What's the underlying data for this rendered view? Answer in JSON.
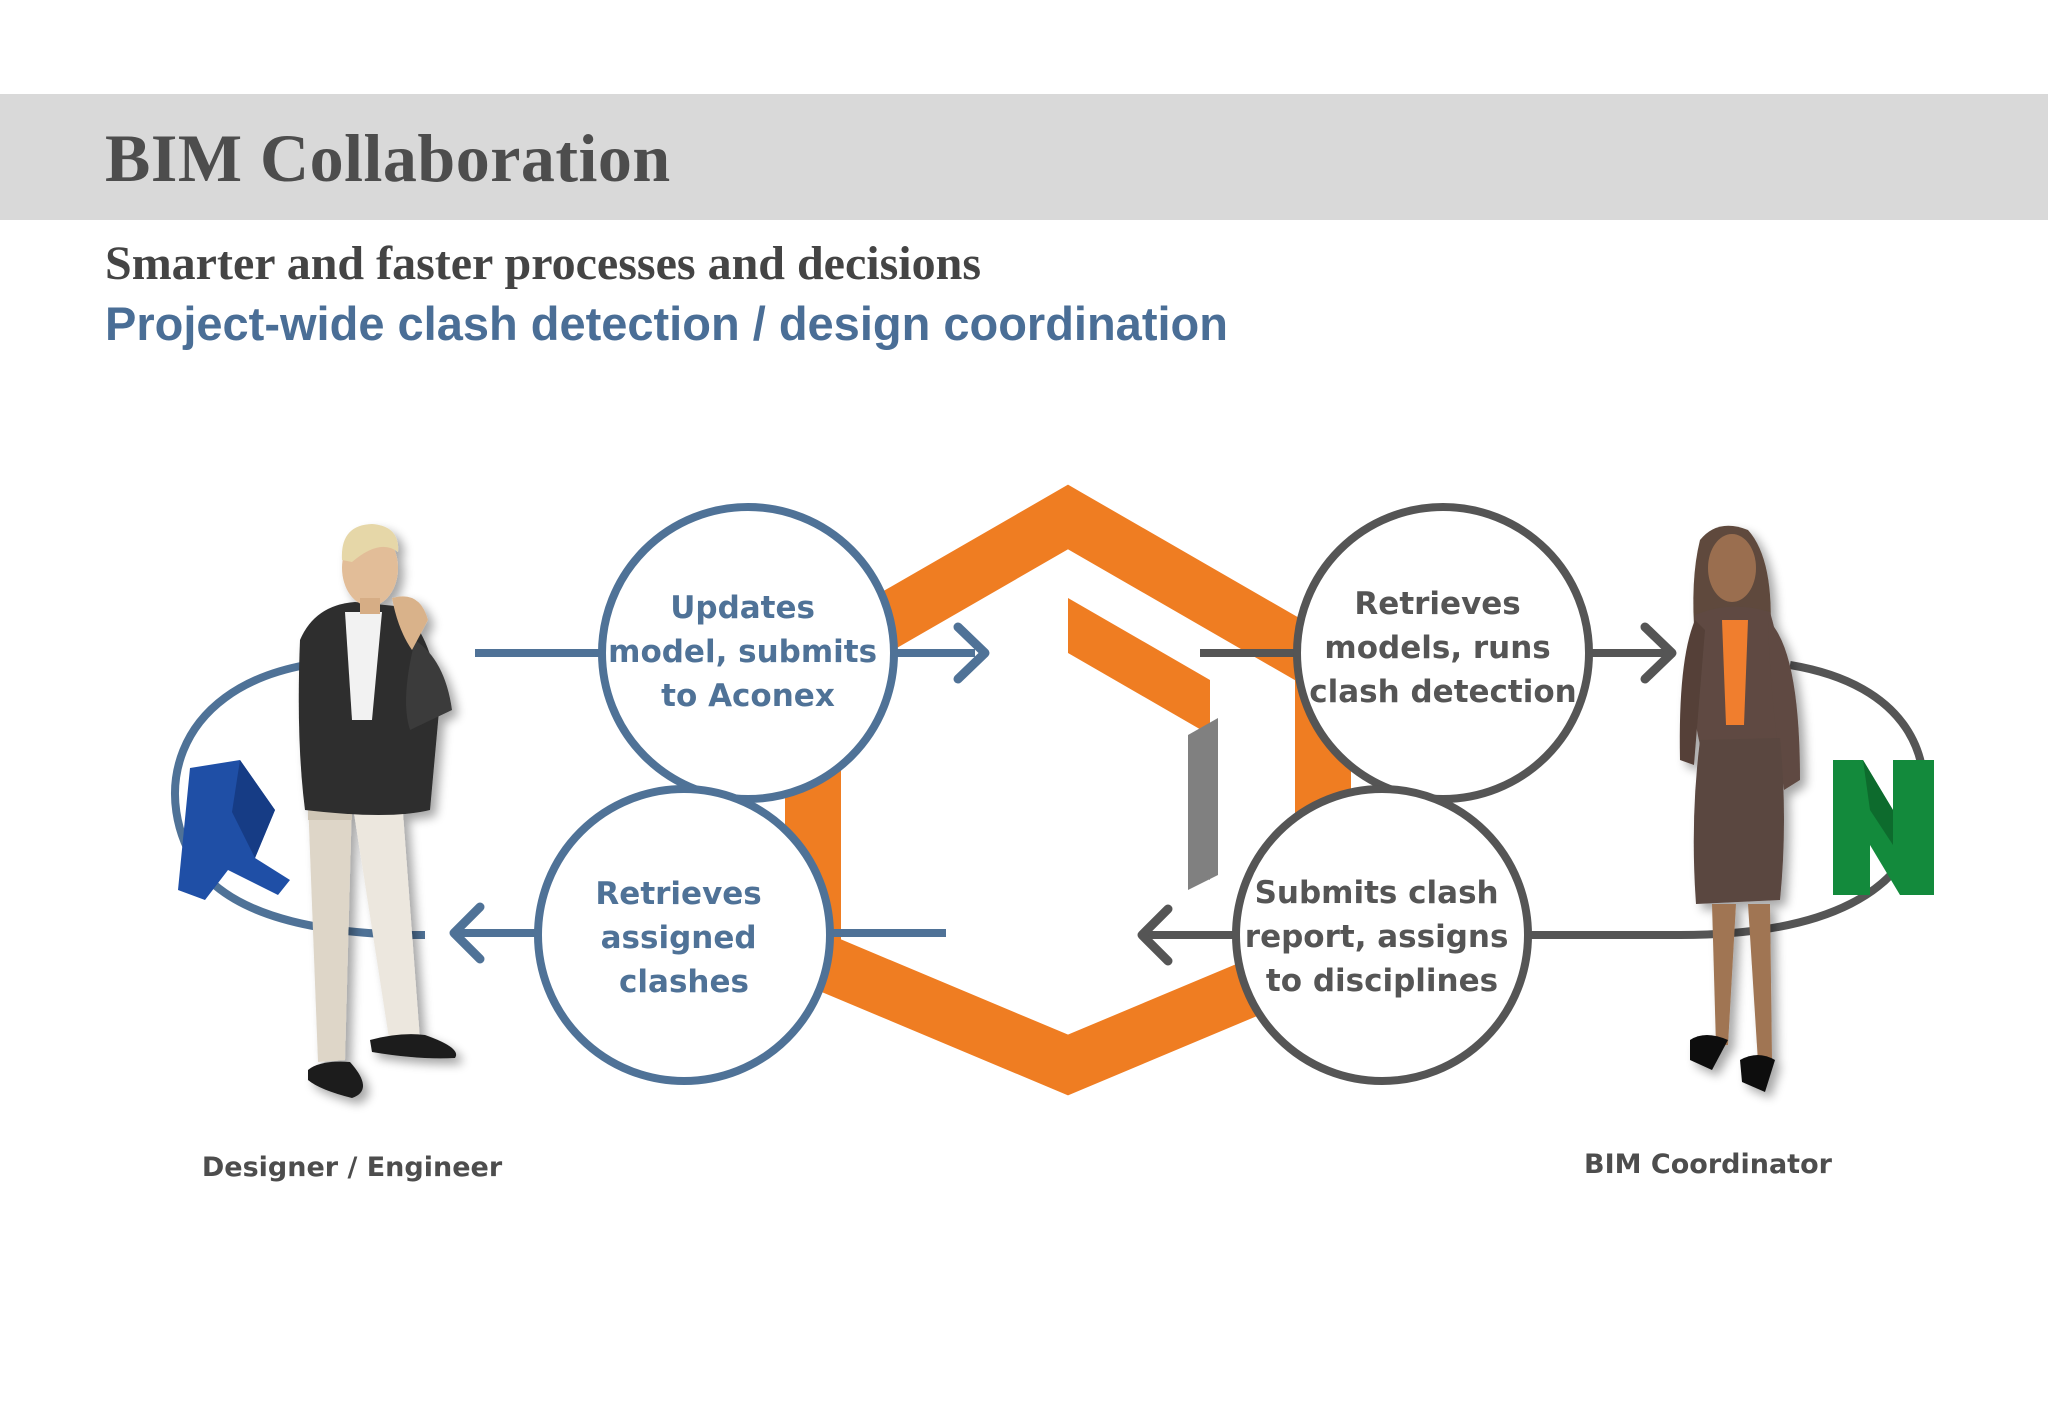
{
  "header": {
    "title": "BIM Collaboration",
    "subtitle": "Smarter and faster processes and decisions",
    "subheading": "Project-wide clash detection / design coordination"
  },
  "roles": {
    "left": "Designer / Engineer",
    "right": "BIM Coordinator"
  },
  "steps": [
    {
      "lines": [
        "Updates",
        "model, submits",
        "to Aconex"
      ],
      "color": "#4f7297"
    },
    {
      "lines": [
        "Retrieves",
        "models, runs",
        "clash detection"
      ],
      "color": "#555555"
    },
    {
      "lines": [
        "Submits clash",
        "report, assigns",
        "to disciplines"
      ],
      "color": "#555555"
    },
    {
      "lines": [
        "Retrieves",
        "assigned",
        "clashes"
      ],
      "color": "#4f7297"
    }
  ],
  "colors": {
    "designer_loop": "#4f7297",
    "coordinator_loop": "#555555",
    "hexagon": "#ef7d22",
    "cube_side": "#808080",
    "revit_logo": "#1f4fa6",
    "navisworks_logo": "#138a3c"
  },
  "icons": {
    "center": "aconex-hexagon-logo",
    "left_tool": "revit-logo-icon",
    "right_tool": "navisworks-logo-icon"
  }
}
